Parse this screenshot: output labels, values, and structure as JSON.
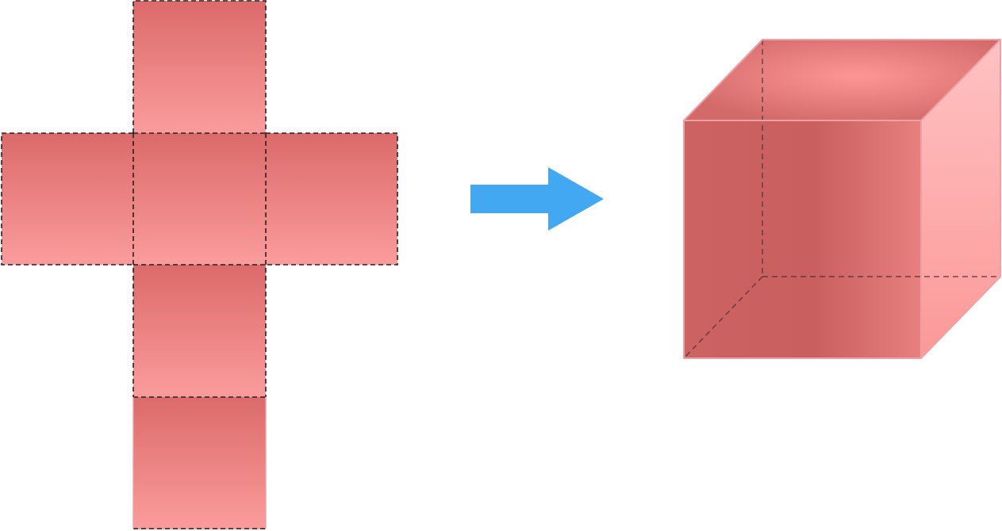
{
  "diagram": {
    "net": {
      "faces": [
        "top",
        "left",
        "center",
        "right",
        "lower",
        "bottom"
      ]
    },
    "arrow": {
      "icon": "right-arrow-icon",
      "color": "#42a8f2"
    },
    "cube": {
      "faces": [
        "front",
        "top",
        "right"
      ]
    },
    "colors": {
      "face_dark": "#dc6a6a",
      "face_light": "#fb9c9c",
      "cube_front": "#c95f5f",
      "cube_top": "#fa9191",
      "cube_right": "#ffbdbd",
      "edge": "#f0a0a5",
      "dash": "#222222"
    }
  }
}
